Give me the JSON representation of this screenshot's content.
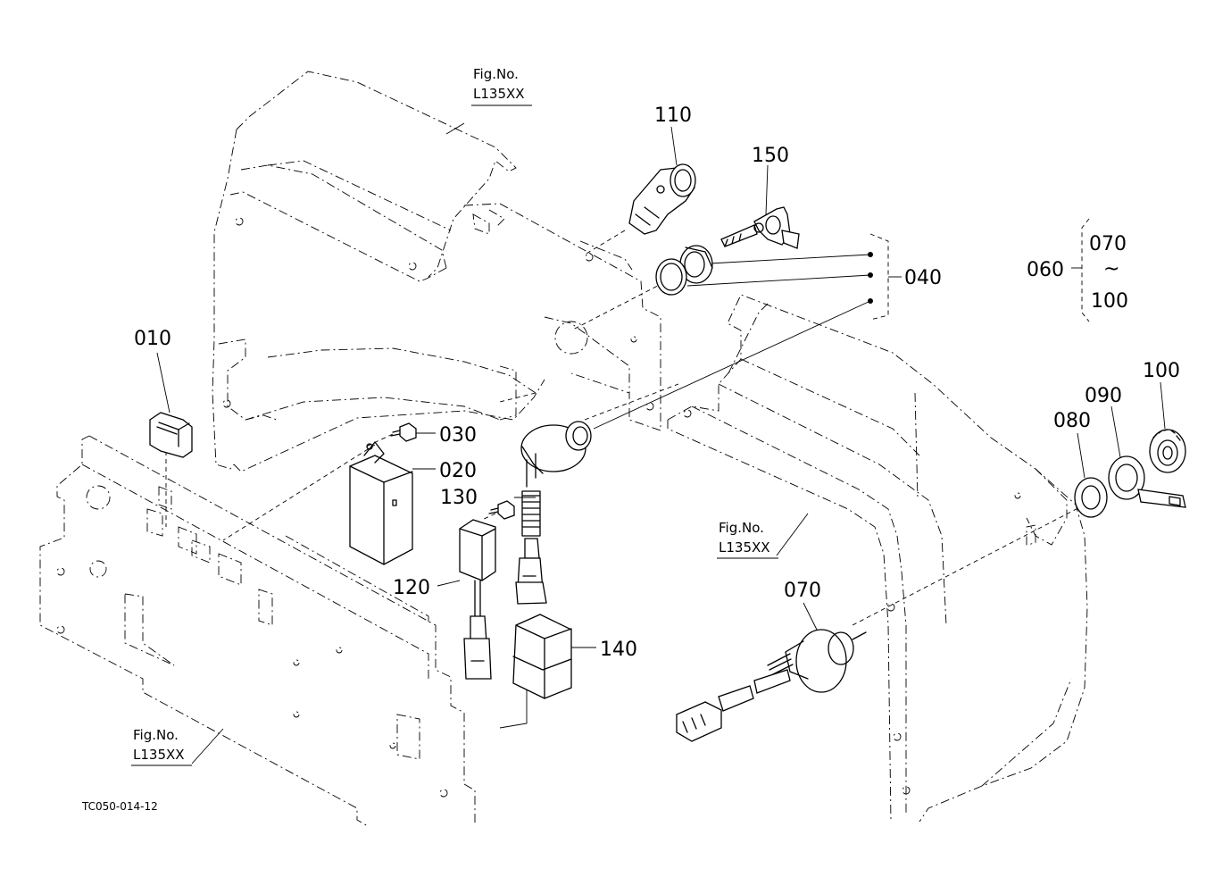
{
  "parts": {
    "p010": "010",
    "p020": "020",
    "p030": "030",
    "p040": "040",
    "p060": "060",
    "p070": "070",
    "p080": "080",
    "p090": "090",
    "p100": "100",
    "p110": "110",
    "p120": "120",
    "p130": "130",
    "p140": "140",
    "p150": "150"
  },
  "range_group": {
    "label": "060",
    "from": "070",
    "separator": "~",
    "to": "100"
  },
  "fig_refs": [
    {
      "line1": "Fig.No.",
      "line2": "L135XX"
    },
    {
      "line1": "Fig.No.",
      "line2": "L135XX"
    },
    {
      "line1": "Fig.No.",
      "line2": "L135XX"
    }
  ],
  "drawing_code": "TC050-014-12"
}
